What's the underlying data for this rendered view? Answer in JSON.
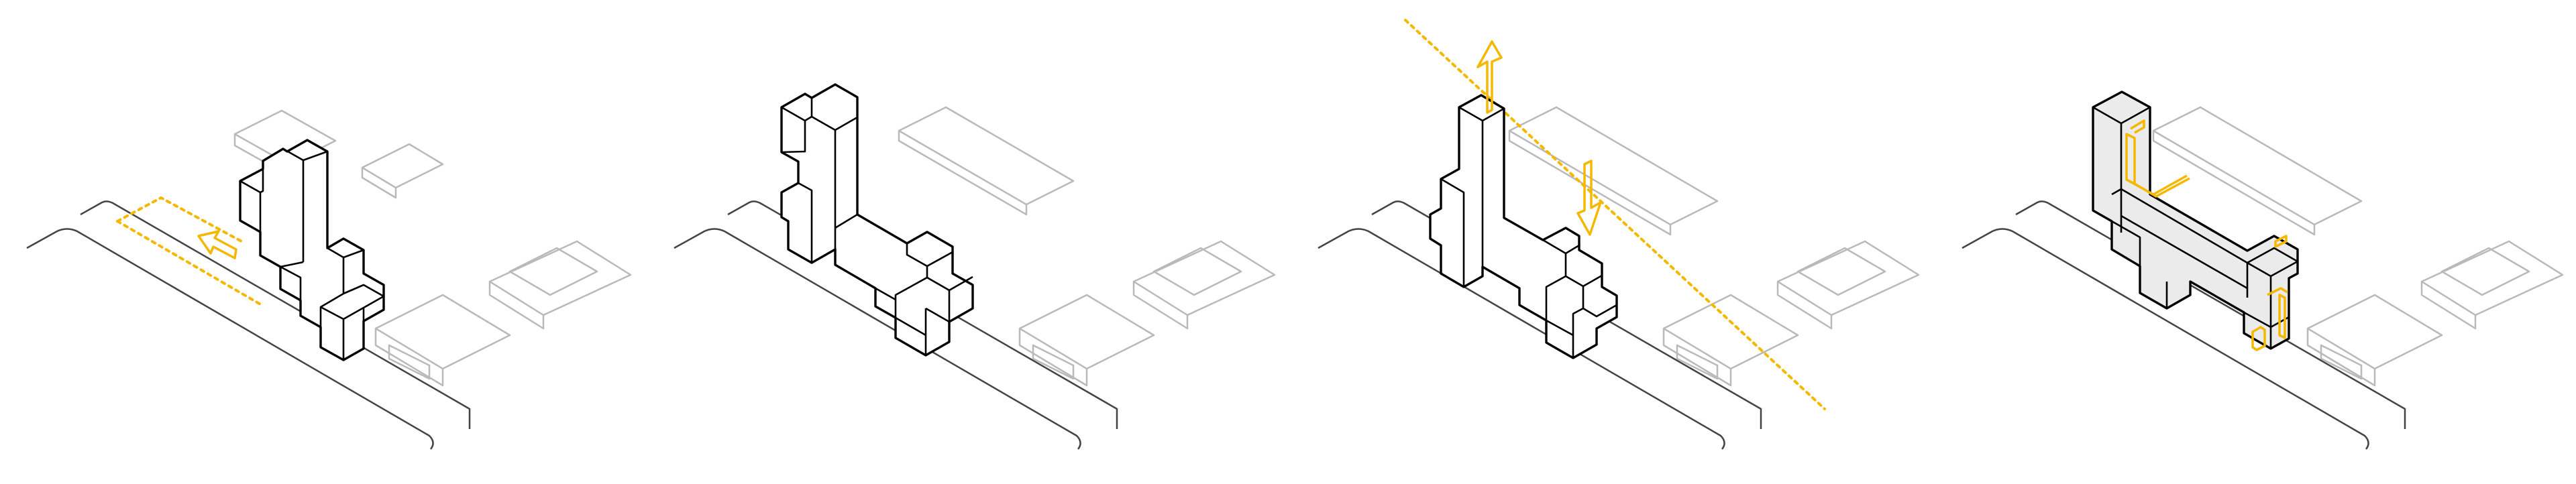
{
  "panels": [
    {
      "id": "step-1-site-offset"
    },
    {
      "id": "step-2-base-massing"
    },
    {
      "id": "step-3-height-adjustment"
    },
    {
      "id": "step-4-program-cores"
    }
  ],
  "colors": {
    "accent": "#f5b800",
    "mass_stroke": "#000000",
    "context_stroke": "#b9b9b9",
    "road_stroke": "#444444",
    "shade_fill": "#ebebeb",
    "background": "#ffffff"
  }
}
